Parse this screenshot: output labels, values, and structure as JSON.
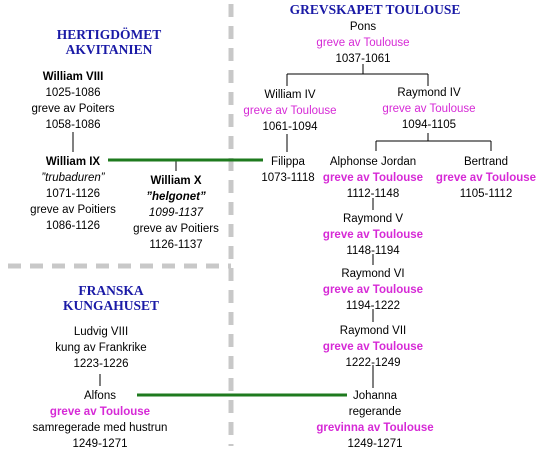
{
  "headers": {
    "aquitaine": [
      "HERTIGDÖMET",
      "AKVITANIEN"
    ],
    "toulouse": "GREVSKAPET TOULOUSE",
    "france": [
      "FRANSKA",
      "KUNGAHUSET"
    ]
  },
  "people": {
    "pons": [
      "Pons",
      "greve av Toulouse",
      "1037-1061"
    ],
    "william4": [
      "William IV",
      "greve av Toulouse",
      "1061-1094"
    ],
    "raymond4": [
      "Raymond IV",
      "greve av Toulouse",
      "1094-1105"
    ],
    "william8": [
      "William VIII",
      "1025-1086",
      "greve av Poiters",
      "1058-1086"
    ],
    "william9": [
      "William IX",
      "”trubaduren”",
      "1071-1126",
      "greve av Poitiers",
      "1086-1126"
    ],
    "william10": [
      "William X",
      "”helgonet”",
      "1099-1137",
      "greve av Poitiers",
      "1126-1137"
    ],
    "filippa": [
      "Filippa",
      "1073-1118"
    ],
    "alphonse": [
      "Alphonse Jordan",
      "greve av Toulouse",
      "1112-1148"
    ],
    "bertrand": [
      "Bertrand",
      "greve av Toulouse",
      "1105-1112"
    ],
    "raymond5": [
      "Raymond V",
      "greve av Toulouse",
      "1148-1194"
    ],
    "raymond6": [
      "Raymond VI",
      "greve av Toulouse",
      "1194-1222"
    ],
    "raymond7": [
      "Raymond VII",
      "greve av Toulouse",
      "1222-1249"
    ],
    "ludvig8": [
      "Ludvig VIII",
      "kung av Frankrike",
      "1223-1226"
    ],
    "alfons": [
      "Alfons",
      "greve av Toulouse",
      "samregerade med hustrun",
      "1249-1271"
    ],
    "johanna": [
      "Johanna",
      "regerande",
      "grevinna av Toulouse",
      "1249-1271"
    ]
  },
  "colors": {
    "header": "#1a1aa6",
    "title_magenta": "#d62ad6",
    "marriage_line": "#1e7a1e",
    "divider": "#c8c8c8"
  }
}
